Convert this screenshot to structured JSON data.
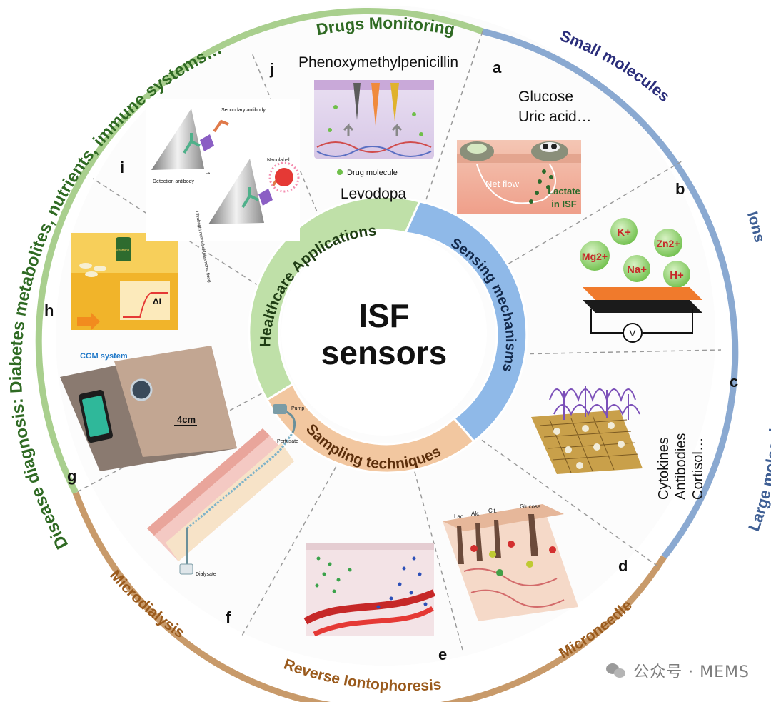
{
  "center": {
    "line1": "ISF",
    "line2": "sensors"
  },
  "inner_ring": {
    "healthcare": "Healthcare Applications",
    "sensing": "Sensing mechanisms",
    "sampling": "Sampling techniques"
  },
  "outer_ring": {
    "drugs": "Drugs Monitoring",
    "small": "Small molecules",
    "ions": "Ions",
    "large": "Large molecules",
    "microneedle": "Microneedle",
    "reverse": "Reverse Iontophoresis",
    "microdialysis": "Microdialysis",
    "disease": "Disease diagnosis: Diabetes  metabolites, nutrients, immune systems…"
  },
  "panels": {
    "a": {
      "letter": "a",
      "line1": "Glucose",
      "line2": "Uric acid…",
      "flow": "Net flow",
      "lactate1": "Lactate",
      "lactate2": "in ISF"
    },
    "b": {
      "letter": "b",
      "ions": [
        "K+",
        "Zn2+",
        "Mg2+",
        "Na+",
        "H+"
      ],
      "meter": "V"
    },
    "c": {
      "letter": "c",
      "line1": "Cytokines",
      "line2": "Antibodies",
      "line3": "Cortisol…"
    },
    "d": {
      "letter": "d",
      "tags": [
        "Lac.",
        "Alc.",
        "Cit.",
        "Glucose"
      ]
    },
    "e": {
      "letter": "e"
    },
    "f": {
      "letter": "f",
      "labels": [
        "Pump",
        "Perfusate",
        "Dialysate"
      ]
    },
    "g": {
      "letter": "g",
      "cgm": "CGM system",
      "scale": "4cm"
    },
    "h": {
      "letter": "h",
      "delta": "ΔI",
      "bottle": "Vitamin C"
    },
    "i": {
      "letter": "i",
      "labels": [
        "Secondary antibody",
        "Detection antibody",
        "Nanolabel",
        "Ultrabright nanolabel (plasmonic fluor)"
      ]
    },
    "j": {
      "letter": "j",
      "title": "Phenoxymethylpenicillin",
      "legend": "Drug molecule",
      "bottom": "Levodopa"
    }
  },
  "watermark": "公众号 · MEMS",
  "colors": {
    "green_arc": "#a9cf8e",
    "green_text": "#2f6a23",
    "blue_arc": "#8aa9d1",
    "blue_text": "#2a2d7a",
    "orange_arc": "#c89a6a",
    "orange_text": "#9a5a1c",
    "inner_green": "#bfe0a8",
    "inner_blue": "#8fb9e8",
    "inner_orange": "#f2c7a0"
  }
}
